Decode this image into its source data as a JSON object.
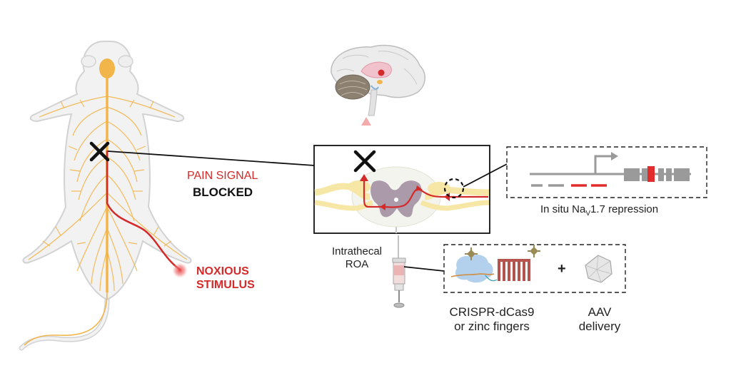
{
  "labels": {
    "pain_signal": "PAIN SIGNAL",
    "blocked": "BLOCKED",
    "noxious_line1": "NOXIOUS",
    "noxious_line2": "STIMULUS",
    "repression_prefix": "In situ Na",
    "repression_sub": "V",
    "repression_suffix": "1.7 repression",
    "intrathecal_line1": "Intrathecal",
    "intrathecal_line2": "ROA",
    "crispr_line1": "CRISPR-dCas9",
    "crispr_line2": "or zinc fingers",
    "plus": "+",
    "aav_line1": "AAV",
    "aav_line2": "delivery"
  },
  "colors": {
    "nerve": "#f2b54a",
    "pain": "#d42a2a",
    "mouse_outline": "#d2d2d2",
    "mouse_fill": "#f2f2f2",
    "cord_yellow": "#f6e7a6",
    "grey_matter": "#9d8a9d",
    "gene_grey": "#9a9a9a",
    "protein_blue": "#a6c9ea",
    "zinc_red": "#b5534f",
    "dcas9_gold": "#9a8a55"
  },
  "icons": {
    "mouse": "mouse-nervous-system-icon",
    "brain": "brain-icon",
    "block_mark": "x-mark-icon",
    "syringe": "syringe-icon",
    "virus": "aav-capsid-icon",
    "protein": "dcas9-protein-icon",
    "zinc": "zinc-finger-icon"
  }
}
